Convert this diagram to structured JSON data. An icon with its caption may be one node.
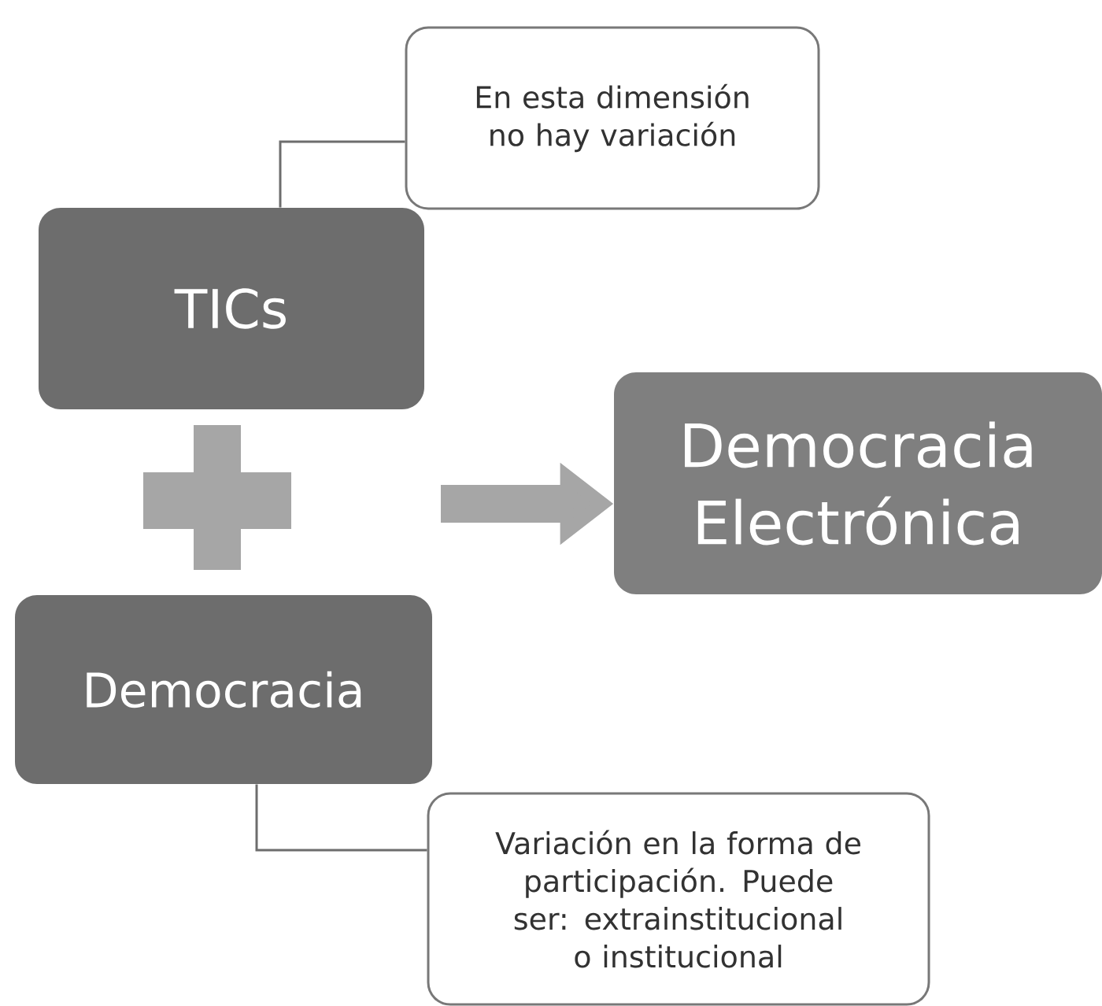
{
  "diagram": {
    "nodes": [
      {
        "text": [
          "TICs"
        ]
      },
      {
        "text": [
          "En esta dimensión no hay variación"
        ]
      },
      {
        "text": [
          "Democracia"
        ]
      },
      {
        "text": [
          "Variación en la forma de participación. Puede ser: extrainstitucional o institucional"
        ]
      },
      {
        "text": [
          "Democracia Electrónica"
        ]
      },
      {
        "text": [],
        "shape": "plus"
      }
    ],
    "edges": [
      {
        "from": 1,
        "to": 0,
        "arrow": "none"
      },
      {
        "from": 2,
        "to": 3,
        "arrow": "none"
      },
      {
        "from": null,
        "to": 4,
        "arrow": "to",
        "style": "thick",
        "color": "#a6a6a6"
      }
    ]
  }
}
